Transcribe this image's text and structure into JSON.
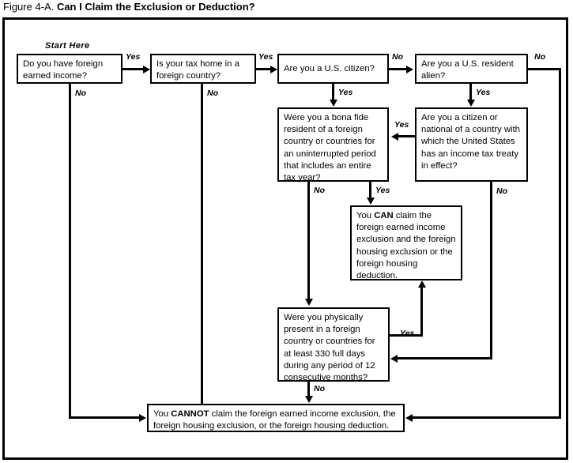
{
  "figure": {
    "label": "Figure 4-A.",
    "title": "Can I Claim the Exclusion or Deduction?"
  },
  "start_marker": "Start Here",
  "nodes": {
    "q1": "Do you have foreign earned income?",
    "q2": "Is your tax home in a foreign country?",
    "q3": "Are you a U.S. citizen?",
    "q4": "Are you a U.S. resident alien?",
    "q5": "Were you a bona fide resident of a foreign country or countries for an uninterrupted period that includes an entire tax year?",
    "q6": "Are you a citizen or national of a country with which the United States has an income tax treaty in effect?",
    "q7": "Were you physically present in a foreign country or countries for at least 330 full days during any period of 12 consecutive months?",
    "result_can_pre": "You ",
    "result_can_strong": "CAN",
    "result_can_post": " claim the foreign earned income exclusion and the foreign housing exclusion or the foreign housing deduction.",
    "result_cannot_pre": "You ",
    "result_cannot_strong": "CANNOT",
    "result_cannot_post": " claim the foreign earned income exclusion, the foreign housing exclusion, or the foreign housing deduction."
  },
  "edges": {
    "q1_yes": "Yes",
    "q1_no": "No",
    "q2_yes": "Yes",
    "q2_no": "No",
    "q3_no": "No",
    "q3_yes": "Yes",
    "q4_no": "No",
    "q4_yes": "Yes",
    "q5_no": "No",
    "q5_yes": "Yes",
    "q6_yes": "Yes",
    "q6_no": "No",
    "q7_yes": "Yes",
    "q7_no": "No"
  },
  "colors": {
    "ink": "#000000",
    "paper": "#ffffff"
  }
}
